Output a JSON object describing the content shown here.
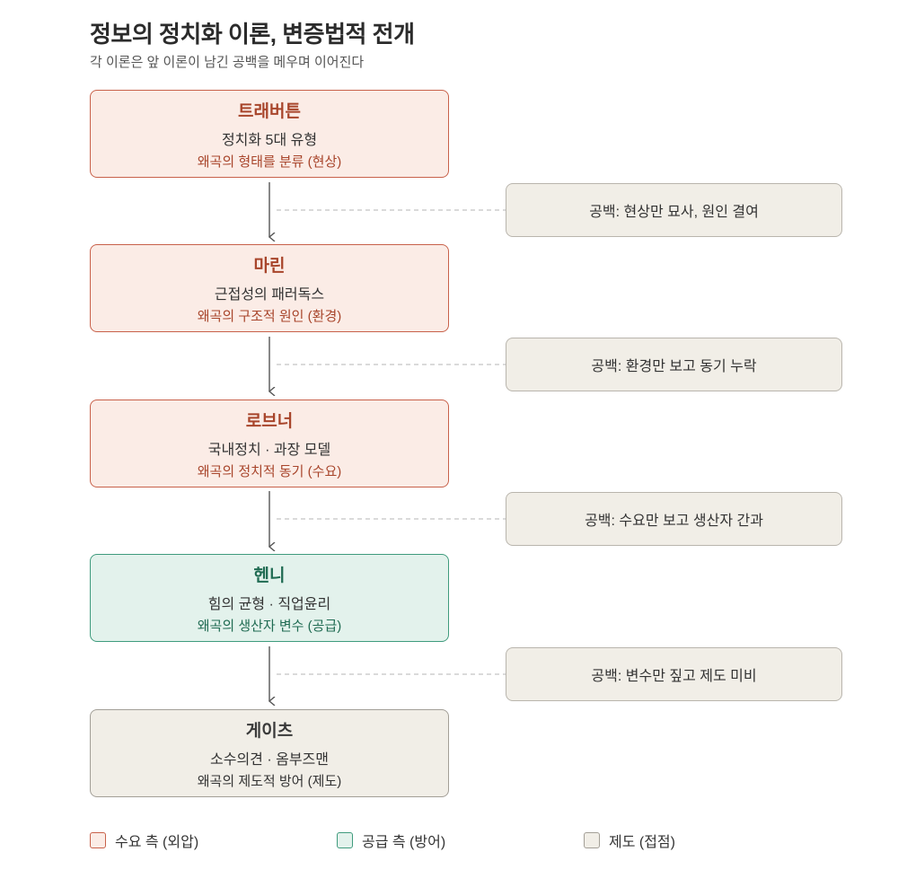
{
  "header": {
    "title": "정보의 정치화 이론, 변증법적 전개",
    "subtitle": "각 이론은 앞 이론이 남긴 공백을 메우며 이어진다"
  },
  "nodes": [
    {
      "name": "트래버튼",
      "work": "정치화 5대 유형",
      "desc": "왜곡의 형태를 분류 (현상)",
      "side": "demand"
    },
    {
      "name": "마린",
      "work": "근접성의 패러독스",
      "desc": "왜곡의 구조적 원인 (환경)",
      "side": "demand"
    },
    {
      "name": "로브너",
      "work": "국내정치 · 과장 모델",
      "desc": "왜곡의 정치적 동기 (수요)",
      "side": "demand"
    },
    {
      "name": "헨니",
      "work": "힘의 균형 · 직업윤리",
      "desc": "왜곡의 생산자 변수 (공급)",
      "side": "supply"
    },
    {
      "name": "게이츠",
      "work": "소수의견 · 옴부즈맨",
      "desc": "왜곡의 제도적 방어 (제도)",
      "side": "inst"
    }
  ],
  "gaps": [
    "공백: 현상만 묘사, 원인 결여",
    "공백: 환경만 보고 동기 누락",
    "공백: 수요만 보고 생산자 간과",
    "공백: 변수만 짚고 제도 미비"
  ],
  "legend": [
    {
      "label": "수요 측 (외압)",
      "color": "#fbece6",
      "border": "#c8614a"
    },
    {
      "label": "공급 측 (방어)",
      "color": "#e3f2ec",
      "border": "#3f9b7d"
    },
    {
      "label": "제도 (접점)",
      "color": "#f1eee7",
      "border": "#a39f97"
    }
  ]
}
